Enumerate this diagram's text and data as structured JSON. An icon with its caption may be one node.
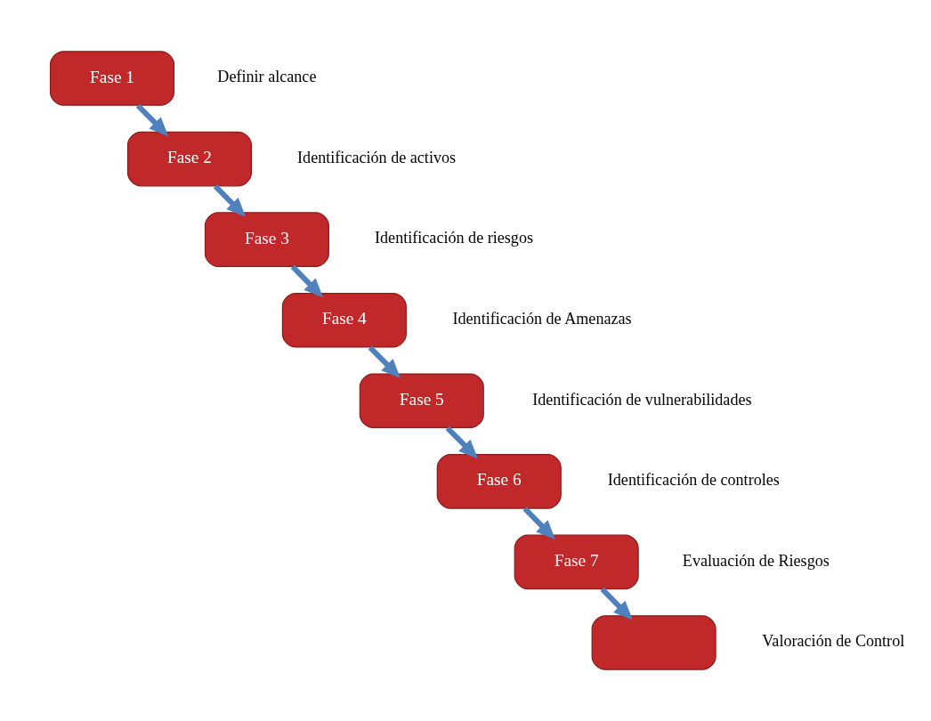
{
  "diagram": {
    "nodes": [
      {
        "text": [
          "Fase 1"
        ],
        "beside": [
          "Definir alcance"
        ]
      },
      {
        "text": [
          "Fase 2"
        ],
        "beside": [
          "Identificación de activos"
        ]
      },
      {
        "text": [
          "Fase 3"
        ],
        "beside": [
          "Identificación de riesgos"
        ]
      },
      {
        "text": [
          "Fase 4"
        ],
        "beside": [
          "Identificación de Amenazas"
        ]
      },
      {
        "text": [
          "Fase 5"
        ],
        "beside": [
          "Identificación de vulnerabilidades"
        ]
      },
      {
        "text": [
          "Fase 6"
        ],
        "beside": [
          "Identificación de controles"
        ]
      },
      {
        "text": [
          "Fase 7"
        ],
        "beside": [
          "Evaluación de Riesgos"
        ]
      },
      {
        "text": [],
        "shape": "box",
        "beside": [
          "Valoración de Control"
        ]
      }
    ],
    "edges": [
      {
        "from": 0,
        "to": 1,
        "arrow": "to"
      },
      {
        "from": 1,
        "to": 2,
        "arrow": "to"
      },
      {
        "from": 2,
        "to": 3,
        "arrow": "to"
      },
      {
        "from": 3,
        "to": 4,
        "arrow": "to"
      },
      {
        "from": 4,
        "to": 5,
        "arrow": "to"
      },
      {
        "from": 5,
        "to": 6,
        "arrow": "to"
      },
      {
        "from": 6,
        "to": 7,
        "arrow": "to"
      }
    ]
  }
}
